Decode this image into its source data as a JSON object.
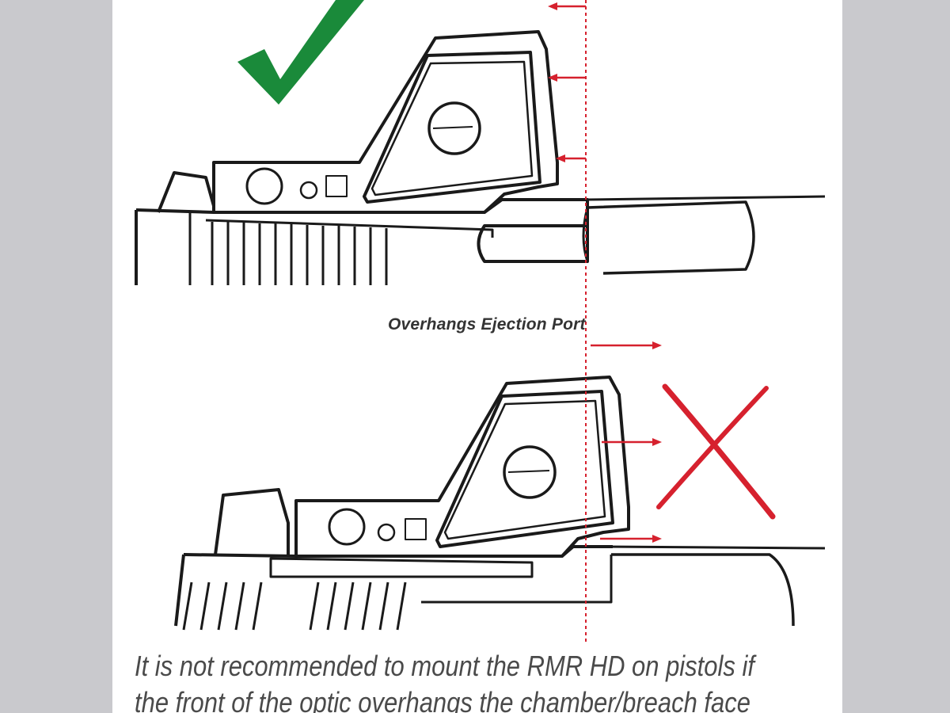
{
  "labels": {
    "overhang": "Overhangs Ejection Port"
  },
  "caption": {
    "line1": "It is not recommended to mount the RMR HD on pistols if",
    "line2": "the front of the optic overhangs the chamber/breach face"
  },
  "colors": {
    "check": "#1a8a3a",
    "cross": "#d6212e",
    "arrow": "#d6212e",
    "guide": "#d6212e",
    "line": "#1a1a1a",
    "frame": "#c9c9cd"
  }
}
